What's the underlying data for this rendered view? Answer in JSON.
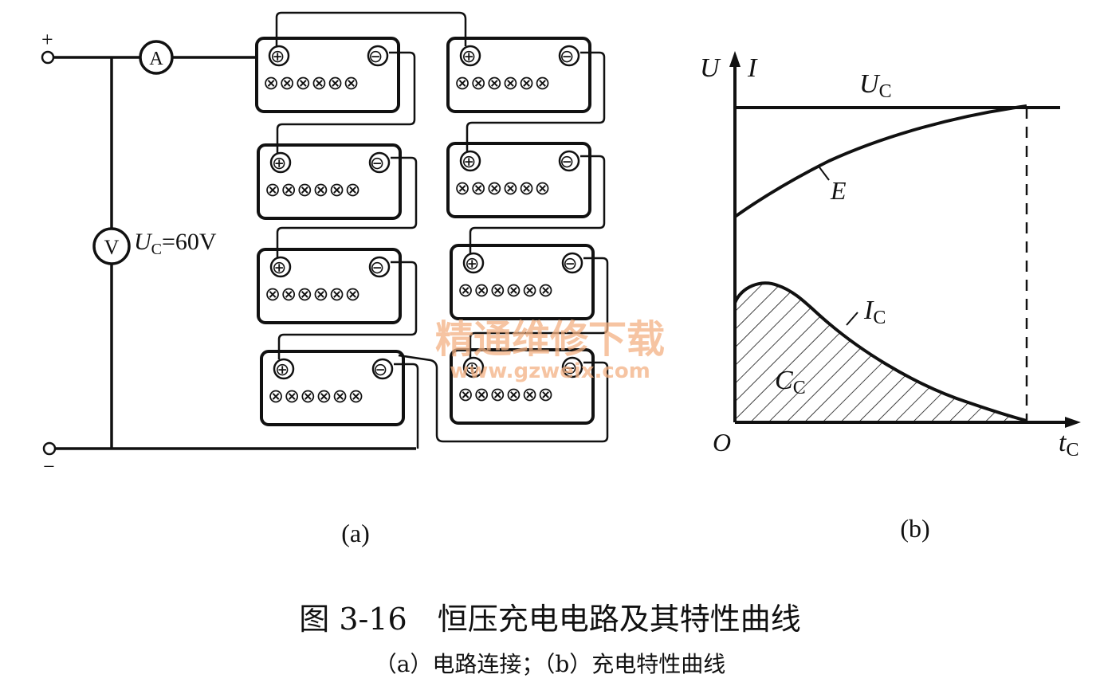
{
  "circuit": {
    "plus_terminal": "+",
    "minus_terminal": "−",
    "ammeter": "A",
    "voltmeter": "V",
    "voltage_symbol": "U",
    "voltage_sub": "C",
    "voltage_value": "=60V",
    "battery_plus": "⊕",
    "battery_minus": "⊖",
    "battery_cells": "⊗⊗⊗⊗⊗⊗"
  },
  "graph": {
    "axis_u": "U",
    "axis_i": "I",
    "origin": "O",
    "t_symbol": "t",
    "t_sub": "C",
    "uc_symbol": "U",
    "uc_sub": "C",
    "e_label": "E",
    "ic_symbol": "I",
    "ic_sub": "C",
    "cc_symbol": "C",
    "cc_sub": "C"
  },
  "panel_labels": {
    "a": "(a)",
    "b": "(b)"
  },
  "watermark": {
    "line1": "精通维修下载",
    "line2": "www.gzweix.com"
  },
  "caption": {
    "title": "图 3-16　恒压充电电路及其特性曲线",
    "subtitle": "（a）电路连接；（b）充电特性曲线"
  }
}
